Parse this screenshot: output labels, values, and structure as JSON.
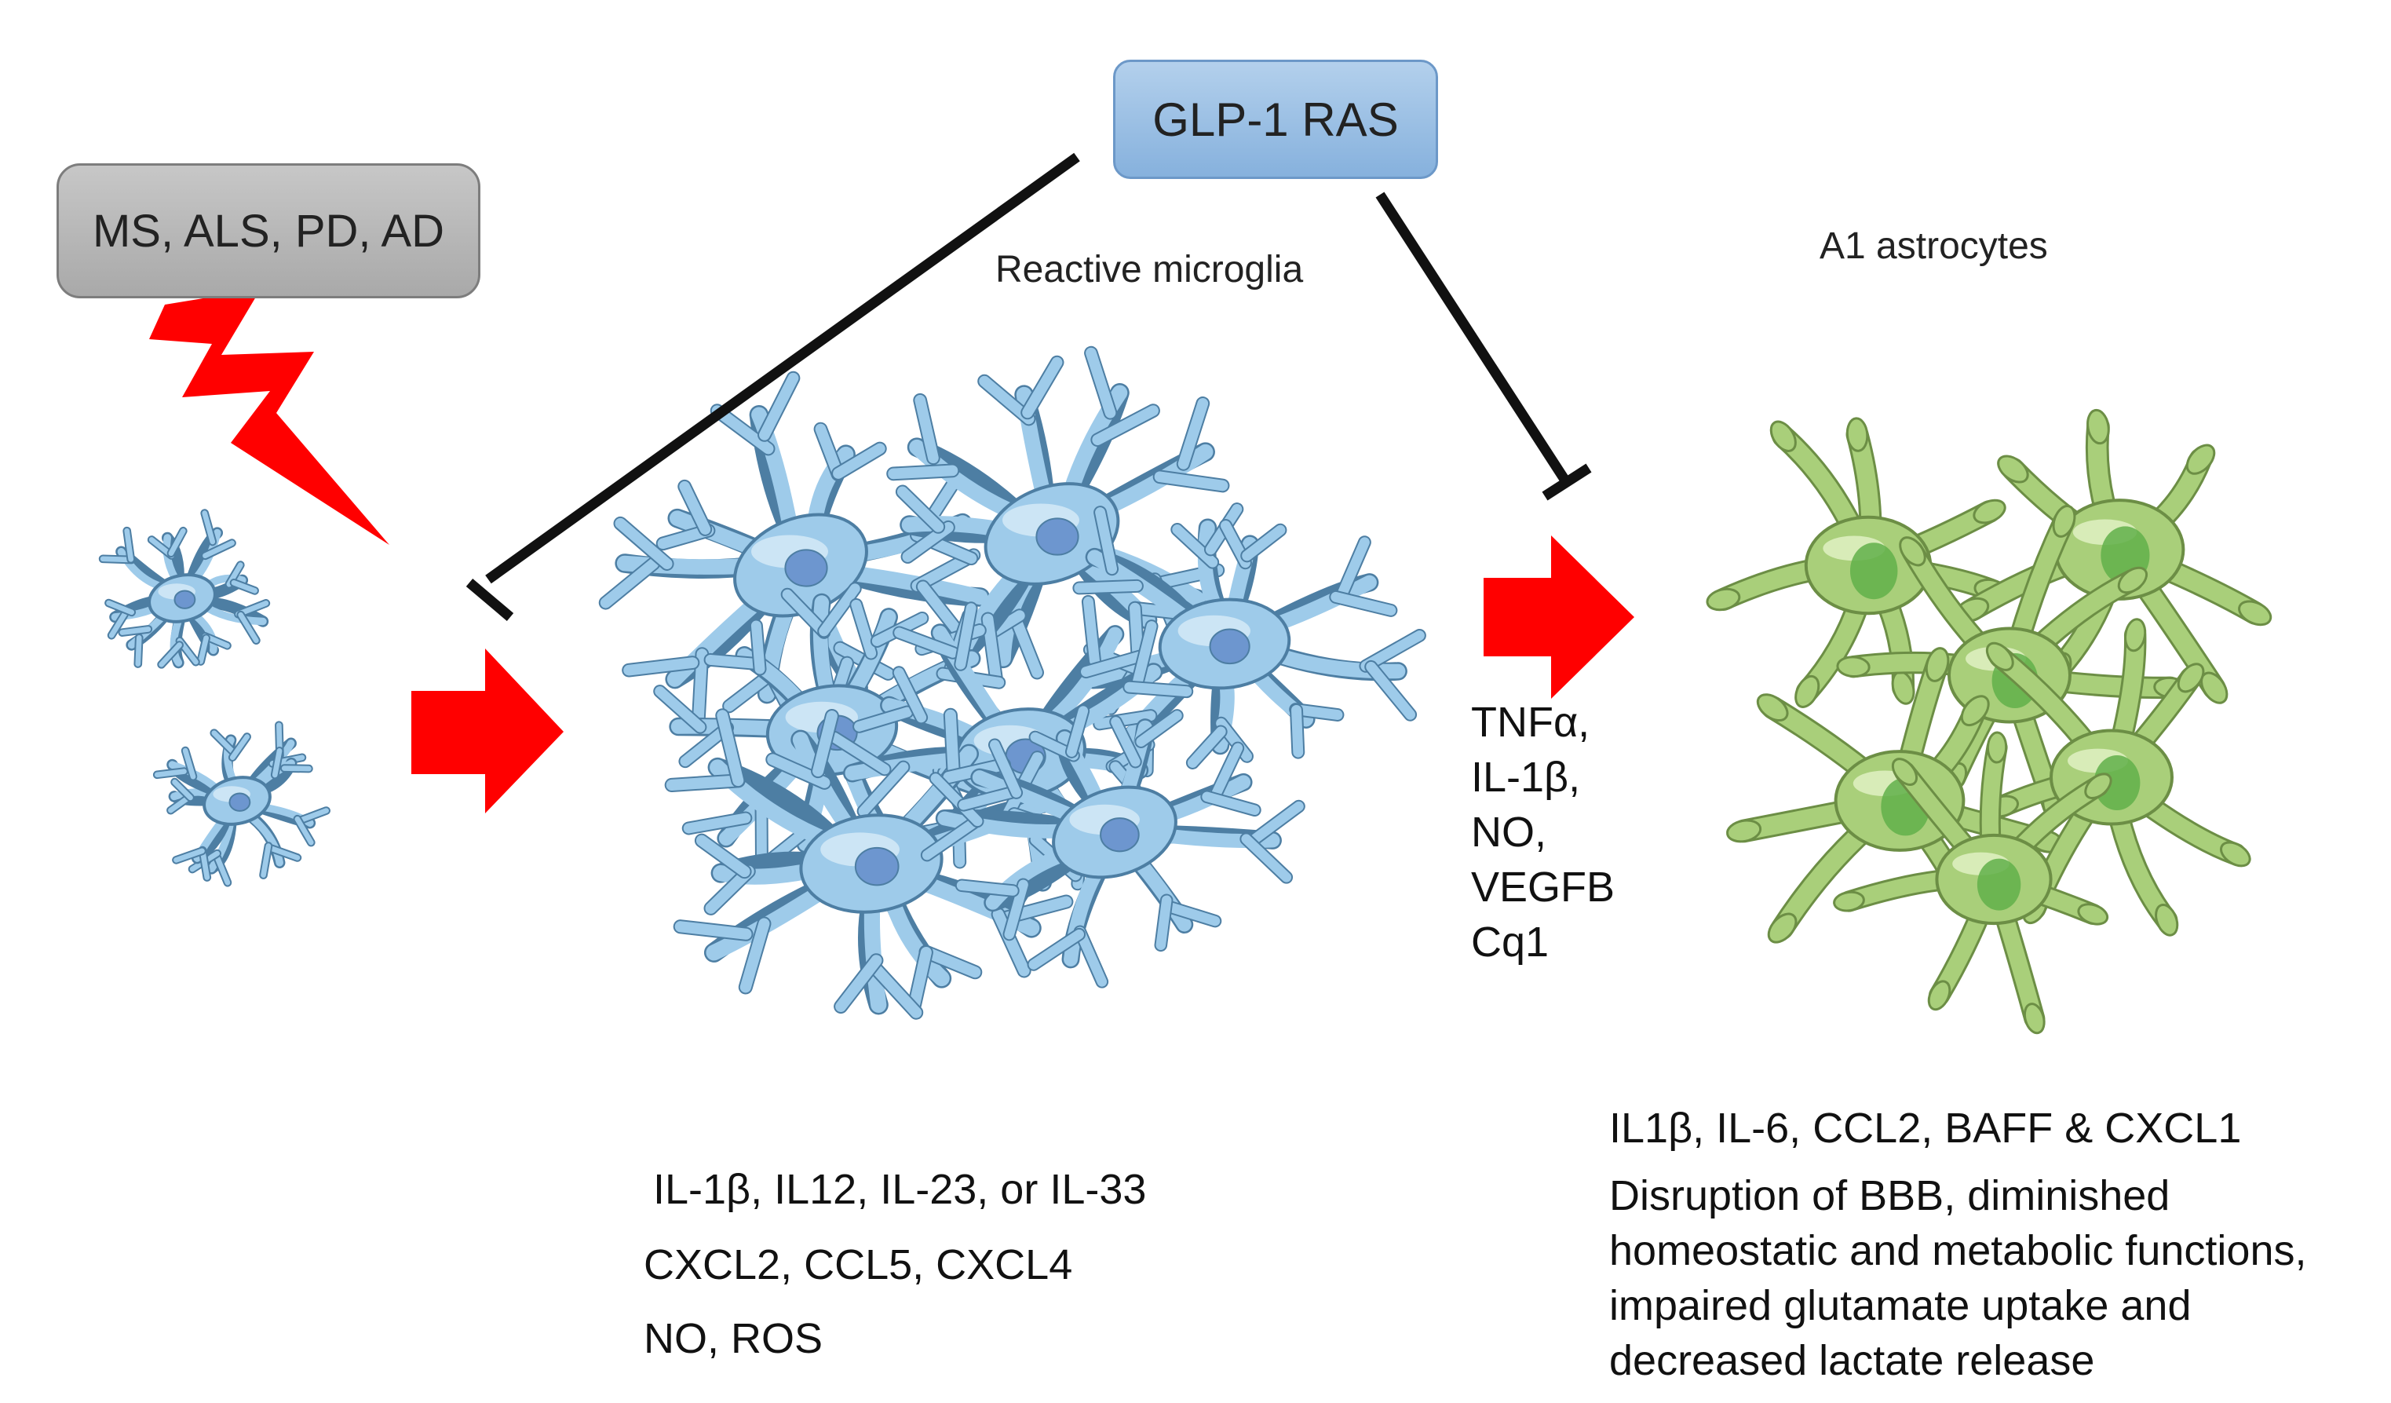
{
  "disease_box": {
    "label": "MS, ALS, PD, AD"
  },
  "drug_box": {
    "label": "GLP-1 RAS"
  },
  "titles": {
    "microglia": "Reactive microglia",
    "astrocytes": "A1 astrocytes"
  },
  "mediators": [
    "TNFα,",
    "IL-1β,",
    "NO,",
    "VEGFB",
    "Cq1"
  ],
  "microglia_products": [
    "IL-1β, IL12, IL-23, or IL-33",
    "CXCL2, CCL5, CXCL4",
    "NO, ROS"
  ],
  "astrocyte_products": [
    "IL1β, IL-6, CCL2, BAFF & CXCL1",
    "Disruption of BBB, diminished",
    "homeostatic and metabolic functions,",
    "impaired glutamate uptake and",
    "decreased lactate release"
  ],
  "colors": {
    "arrow": "#ff0000",
    "microglia_fill": "#9ecbea",
    "microglia_stroke": "#4d7ea3",
    "microglia_nucleus": "#6d96cf",
    "astrocyte_fill": "#a9cf7a",
    "astrocyte_stroke": "#6c8e45",
    "astrocyte_nucleus": "#62b04a",
    "inhibition": "#111111"
  }
}
